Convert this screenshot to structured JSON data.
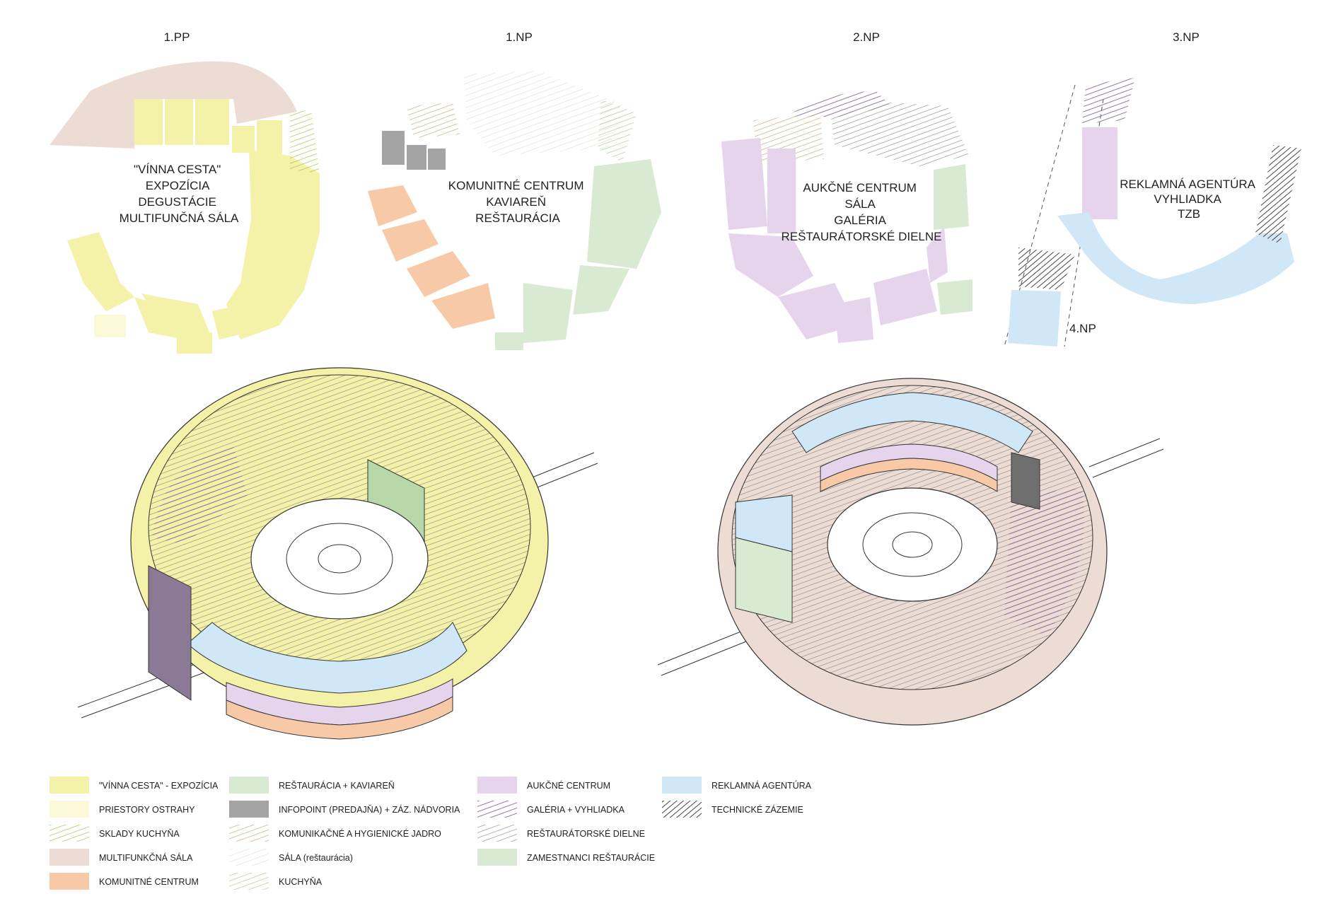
{
  "floors": [
    {
      "id": "1pp",
      "title": "1.PP",
      "center_lines": [
        "\"VÍNNA CESTA\"",
        "EXPOZÍCIA",
        "DEGUSTÁCIE",
        "MULTIFUNČNÁ SÁLA"
      ]
    },
    {
      "id": "1np",
      "title": "1.NP",
      "center_lines": [
        "KOMUNITNÉ CENTRUM",
        "KAVIAREŇ",
        "REŠTAURÁCIA"
      ]
    },
    {
      "id": "2np",
      "title": "2.NP",
      "center_lines": [
        "AUKČNÉ CENTRUM",
        "SÁLA",
        "GALÉRIA",
        "REŠTAURÁTORSKÉ DIELNE"
      ]
    },
    {
      "id": "3np",
      "title": "3.NP",
      "center_lines": [
        "REKLAMNÁ AGENTÚRA",
        "VYHLIADKA",
        "TZB"
      ],
      "extra_label": "4.NP"
    }
  ],
  "legend": [
    {
      "label": "\"VÍNNA CESTA\" - EXPOZÍCIA",
      "color": "#f4f2a8",
      "hatch": false
    },
    {
      "label": "PRIESTORY OSTRAHY",
      "color": "#fbf8d8",
      "hatch": false
    },
    {
      "label": "SKLADY KUCHYŇA",
      "color": "#c9dc7a",
      "hatch": true
    },
    {
      "label": "MULTIFUNKČNÁ SÁLA",
      "color": "#ecdcd3",
      "hatch": false
    },
    {
      "label": "KOMUNITNÉ CENTRUM",
      "color": "#f7c9a7",
      "hatch": false
    },
    {
      "label": "REŠTAURÁCIA + KAVIAREŇ",
      "color": "#d9ead3",
      "hatch": false
    },
    {
      "label": "INFOPOINT (PREDAJŇA) + ZÁZ. NÁDVORIA",
      "color": "#a4a4a4",
      "hatch": false
    },
    {
      "label": "KOMUNIKAČNÉ A HYGIENICKÉ JADRO",
      "color": "#d9c7a3",
      "hatch": true
    },
    {
      "label": "SÁLA (reštaurácia)",
      "color": "#eef2ea",
      "hatch": true
    },
    {
      "label": "KUCHYŇA",
      "color": "#b7d7a8",
      "hatch": true
    },
    {
      "label": "AUKČNÉ CENTRUM",
      "color": "#e6d4ec",
      "hatch": false
    },
    {
      "label": "GALÉRIA + VYHLIADKA",
      "color": "#a98bb8",
      "hatch": true
    },
    {
      "label": "REŠTAURÁTORSKÉ DIELNE",
      "color": "#bdbdbd",
      "hatch": true
    },
    {
      "label": "ZAMESTNANCI REŠTAURÁCIE",
      "color": "#d9ead3",
      "hatch": false
    },
    {
      "label": "REKLAMNÁ AGENTÚRA",
      "color": "#cfe7f7",
      "hatch": false
    },
    {
      "label": "TECHNICKÉ ZÁZEMIE",
      "color": "#7a7a7a",
      "hatch": true
    }
  ],
  "colors": {
    "yellow": "#f4f2a8",
    "pale_yellow": "#fbf8d8",
    "pink": "#ecdcd3",
    "orange": "#f7c9a7",
    "green": "#d9ead3",
    "grey": "#a4a4a4",
    "tan": "#d9c7a3",
    "lilac": "#e6d4ec",
    "purple": "#a98bb8",
    "hatch_grey": "#bdbdbd",
    "blue": "#cfe7f7",
    "dark": "#7a7a7a"
  }
}
